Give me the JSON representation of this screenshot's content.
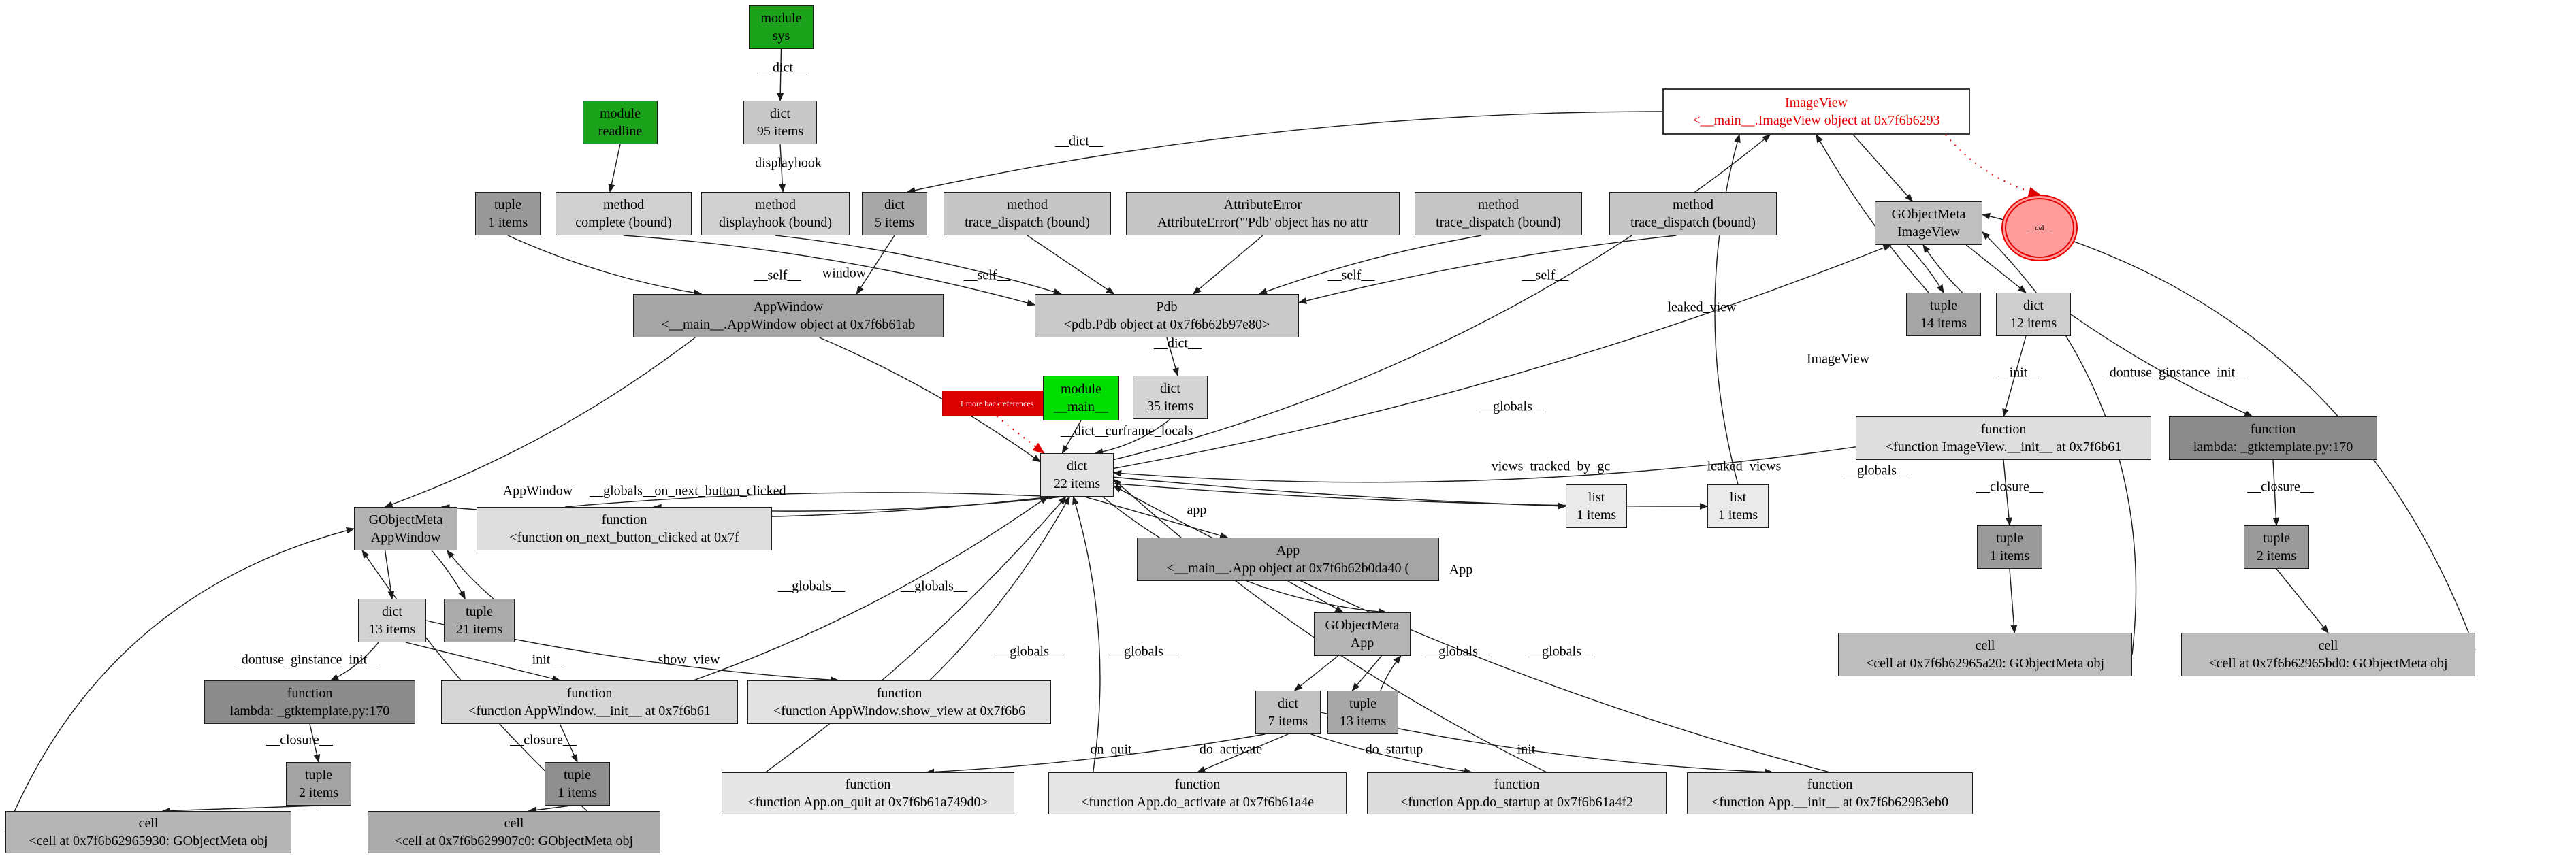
{
  "diagram": {
    "colors": {
      "module_green": "#1aa31a",
      "main_module_green": "#00dd00",
      "highlight_red": "#dd0000",
      "highlight_fill": "#ff9d9d",
      "start_text_red": "#e60000",
      "node_border": "#1c1c1c",
      "edge_color": "#1c1c1c",
      "background": "#ffffff"
    },
    "nodes": [
      {
        "id": "module-sys",
        "line1": "module",
        "line2": "sys",
        "fill": "#1aa31a"
      },
      {
        "id": "module-readline",
        "line1": "module",
        "line2": "readline",
        "fill": "#1aa31a"
      },
      {
        "id": "dict-95-items",
        "line1": "dict",
        "line2": "95 items",
        "fill": "#c8c8c8"
      },
      {
        "id": "tuple-1-items-top",
        "line1": "tuple",
        "line2": "1 items",
        "fill": "#999999"
      },
      {
        "id": "method-complete",
        "line1": "method",
        "line2": "complete (bound)",
        "fill": "#d0d0d0"
      },
      {
        "id": "method-displayhook",
        "line1": "method",
        "line2": "displayhook (bound)",
        "fill": "#d0d0d0"
      },
      {
        "id": "dict-5-items",
        "line1": "dict",
        "line2": "5 items",
        "fill": "#a8a8a8"
      },
      {
        "id": "method-trace-dispatch-1",
        "line1": "method",
        "line2": "trace_dispatch (bound)",
        "fill": "#c6c6c6"
      },
      {
        "id": "attribute-error",
        "line1": "AttributeError",
        "line2": "AttributeError(\"'Pdb' object has no attr",
        "fill": "#c6c6c6"
      },
      {
        "id": "method-trace-dispatch-2",
        "line1": "method",
        "line2": "trace_dispatch (bound)",
        "fill": "#c6c6c6"
      },
      {
        "id": "method-trace-dispatch-3",
        "line1": "method",
        "line2": "trace_dispatch (bound)",
        "fill": "#c6c6c6"
      },
      {
        "id": "imageview-instance",
        "line1": "ImageView",
        "line2": "<__main__.ImageView object at 0x7f6b6293",
        "fill": "#ffffff"
      },
      {
        "id": "gobjectmeta-imageview",
        "line1": "GObjectMeta",
        "line2": "ImageView",
        "fill": "#c0c0c0"
      },
      {
        "id": "del-highlight",
        "line1": "__del__",
        "fill": "#ff9d9d"
      },
      {
        "id": "appwindow-instance",
        "line1": "AppWindow",
        "line2": "<__main__.AppWindow object at 0x7f6b61ab",
        "fill": "#a5a5a5"
      },
      {
        "id": "pdb-instance",
        "line1": "Pdb",
        "line2": "<pdb.Pdb object at 0x7f6b62b97e80>",
        "fill": "#c9c9c9"
      },
      {
        "id": "more-backreferences",
        "line1": "1 more backreferences",
        "fill": "#dd0000"
      },
      {
        "id": "module-main",
        "line1": "module",
        "line2": "__main__",
        "fill": "#00dd00"
      },
      {
        "id": "dict-35-items",
        "line1": "dict",
        "line2": "35 items",
        "fill": "#d4d4d4"
      },
      {
        "id": "tuple-14-items",
        "line1": "tuple",
        "line2": "14 items",
        "fill": "#a5a5a5"
      },
      {
        "id": "dict-12-items",
        "line1": "dict",
        "line2": "12 items",
        "fill": "#cecece"
      },
      {
        "id": "dict-22-items",
        "line1": "dict",
        "line2": "22 items",
        "fill": "#e4e4e4"
      },
      {
        "id": "function-imageview-init",
        "line1": "function",
        "line2": "<function ImageView.__init__ at 0x7f6b61",
        "fill": "#dedede"
      },
      {
        "id": "function-lambda-gtktemplate-right",
        "line1": "function",
        "line2": "lambda: _gtktemplate.py:170",
        "fill": "#8c8c8c"
      },
      {
        "id": "tuple-1-items-right",
        "line1": "tuple",
        "line2": "1 items",
        "fill": "#9a9a9a"
      },
      {
        "id": "tuple-2-items-right",
        "line1": "tuple",
        "line2": "2 items",
        "fill": "#9a9a9a"
      },
      {
        "id": "cell-62965a20",
        "line1": "cell",
        "line2": "<cell at 0x7f6b62965a20: GObjectMeta obj",
        "fill": "#bdbdbd"
      },
      {
        "id": "cell-62965bd0",
        "line1": "cell",
        "line2": "<cell at 0x7f6b62965bd0: GObjectMeta obj",
        "fill": "#bdbdbd"
      },
      {
        "id": "list-1-items-a",
        "line1": "list",
        "line2": "1 items",
        "fill": "#eaeaea"
      },
      {
        "id": "list-1-items-b",
        "line1": "list",
        "line2": "1 items",
        "fill": "#eaeaea"
      },
      {
        "id": "gobjectmeta-appwindow",
        "line1": "GObjectMeta",
        "line2": "AppWindow",
        "fill": "#b2b2b2"
      },
      {
        "id": "function-on-next-button-clicked",
        "line1": "function",
        "line2": "<function on_next_button_clicked at 0x7f",
        "fill": "#dedede"
      },
      {
        "id": "dict-13-items",
        "line1": "dict",
        "line2": "13 items",
        "fill": "#d2d2d2"
      },
      {
        "id": "tuple-21-items",
        "line1": "tuple",
        "line2": "21 items",
        "fill": "#ababab"
      },
      {
        "id": "function-lambda-gtktemplate-left",
        "line1": "function",
        "line2": "lambda: _gtktemplate.py:170",
        "fill": "#8c8c8c"
      },
      {
        "id": "function-appwindow-init",
        "line1": "function",
        "line2": "<function AppWindow.__init__ at 0x7f6b61",
        "fill": "#d6d6d6"
      },
      {
        "id": "function-appwindow-show-view",
        "line1": "function",
        "line2": "<function AppWindow.show_view at 0x7f6b6",
        "fill": "#e2e2e2"
      },
      {
        "id": "tuple-2-items-left",
        "line1": "tuple",
        "line2": "2 items",
        "fill": "#a3a3a3"
      },
      {
        "id": "tuple-1-items-left",
        "line1": "tuple",
        "line2": "1 items",
        "fill": "#8f8f8f"
      },
      {
        "id": "cell-62965930",
        "line1": "cell",
        "line2": "<cell at 0x7f6b62965930: GObjectMeta obj",
        "fill": "#b5b5b5"
      },
      {
        "id": "cell-629907c0",
        "line1": "cell",
        "line2": "<cell at 0x7f6b629907c0: GObjectMeta obj",
        "fill": "#ababab"
      },
      {
        "id": "app-instance",
        "line1": "App",
        "line2": "<__main__.App object at 0x7f6b62b0da40 (",
        "fill": "#a5a5a5"
      },
      {
        "id": "gobjectmeta-app",
        "line1": "GObjectMeta",
        "line2": "App",
        "fill": "#b5b5b5"
      },
      {
        "id": "dict-7-items",
        "line1": "dict",
        "line2": "7 items",
        "fill": "#c2c2c2"
      },
      {
        "id": "tuple-13-items",
        "line1": "tuple",
        "line2": "13 items",
        "fill": "#a8a8a8"
      },
      {
        "id": "function-app-on-quit",
        "line1": "function",
        "line2": "<function App.on_quit at 0x7f6b61a749d0>",
        "fill": "#e6e6e6"
      },
      {
        "id": "function-app-do-activate",
        "line1": "function",
        "line2": "<function App.do_activate at 0x7f6b61a4e",
        "fill": "#e6e6e6"
      },
      {
        "id": "function-app-do-startup",
        "line1": "function",
        "line2": "<function App.do_startup at 0x7f6b61a4f2",
        "fill": "#dcdcdc"
      },
      {
        "id": "function-app-init",
        "line1": "function",
        "line2": "<function App.__init__ at 0x7f6b62983eb0",
        "fill": "#dcdcdc"
      }
    ],
    "edge_labels": [
      "__dict__",
      "displayhook",
      "__dict__",
      "__self__",
      "window",
      "__self__",
      "__self__",
      "__self__",
      "__dict__",
      "__dict__",
      "curframe_locals",
      "leaked_view",
      "ImageView",
      "__init__",
      "_dontuse_ginstance_init__",
      "__globals__",
      "__closure__",
      "__closure__",
      "views_tracked_by_gc",
      "leaked_views",
      "__globals__",
      "AppWindow",
      "__globals__",
      "on_next_button_clicked",
      "_dontuse_ginstance_init__",
      "__init__",
      "show_view",
      "__closure__",
      "__closure__",
      "__globals__",
      "__globals__",
      "app",
      "App",
      "__globals__",
      "__globals__",
      "__globals__",
      "__globals__",
      "on_quit",
      "do_activate",
      "do_startup",
      "__init__"
    ]
  }
}
